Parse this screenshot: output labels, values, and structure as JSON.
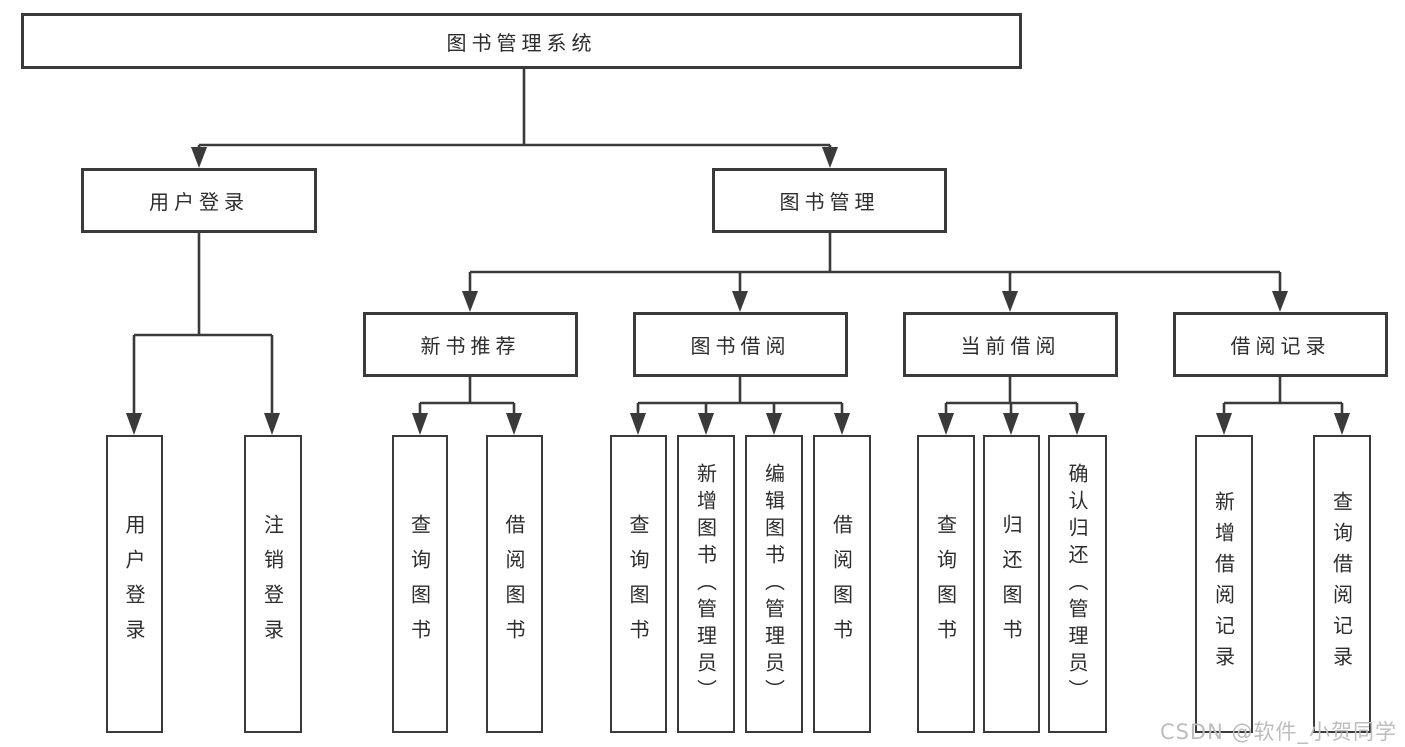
{
  "diagram": {
    "root": {
      "label": "图书管理系统"
    },
    "level2": [
      {
        "id": "user-login",
        "label": "用户登录"
      },
      {
        "id": "book-management",
        "label": "图书管理"
      }
    ],
    "level3": [
      {
        "id": "new-book-recommend",
        "parent": "图书管理",
        "label": "新书推荐"
      },
      {
        "id": "book-borrow",
        "parent": "图书管理",
        "label": "图书借阅"
      },
      {
        "id": "current-borrow",
        "parent": "图书管理",
        "label": "当前借阅"
      },
      {
        "id": "borrow-records",
        "parent": "图书管理",
        "label": "借阅记录"
      }
    ],
    "leaves": [
      {
        "parent": "用户登录",
        "label": "用户登录"
      },
      {
        "parent": "用户登录",
        "label": "注销登录"
      },
      {
        "parent": "新书推荐",
        "label": "查询图书"
      },
      {
        "parent": "新书推荐",
        "label": "借阅图书"
      },
      {
        "parent": "图书借阅",
        "label": "查询图书"
      },
      {
        "parent": "图书借阅",
        "label": "新增图书（管理员）"
      },
      {
        "parent": "图书借阅",
        "label": "编辑图书（管理员）"
      },
      {
        "parent": "图书借阅",
        "label": "借阅图书"
      },
      {
        "parent": "当前借阅",
        "label": "查询图书"
      },
      {
        "parent": "当前借阅",
        "label": "归还图书"
      },
      {
        "parent": "当前借阅",
        "label": "确认归还（管理员）"
      },
      {
        "parent": "借阅记录",
        "label": "新增借阅记录"
      },
      {
        "parent": "借阅记录",
        "label": "查询借阅记录"
      }
    ]
  },
  "watermark": {
    "text": "CSDN @软件_小贺同学"
  },
  "colors": {
    "line": "#3a3a3a",
    "box_border": "#3a3a3a",
    "text": "#2d2d2d",
    "background": "#ffffff",
    "watermark": "#bdbdbd"
  }
}
